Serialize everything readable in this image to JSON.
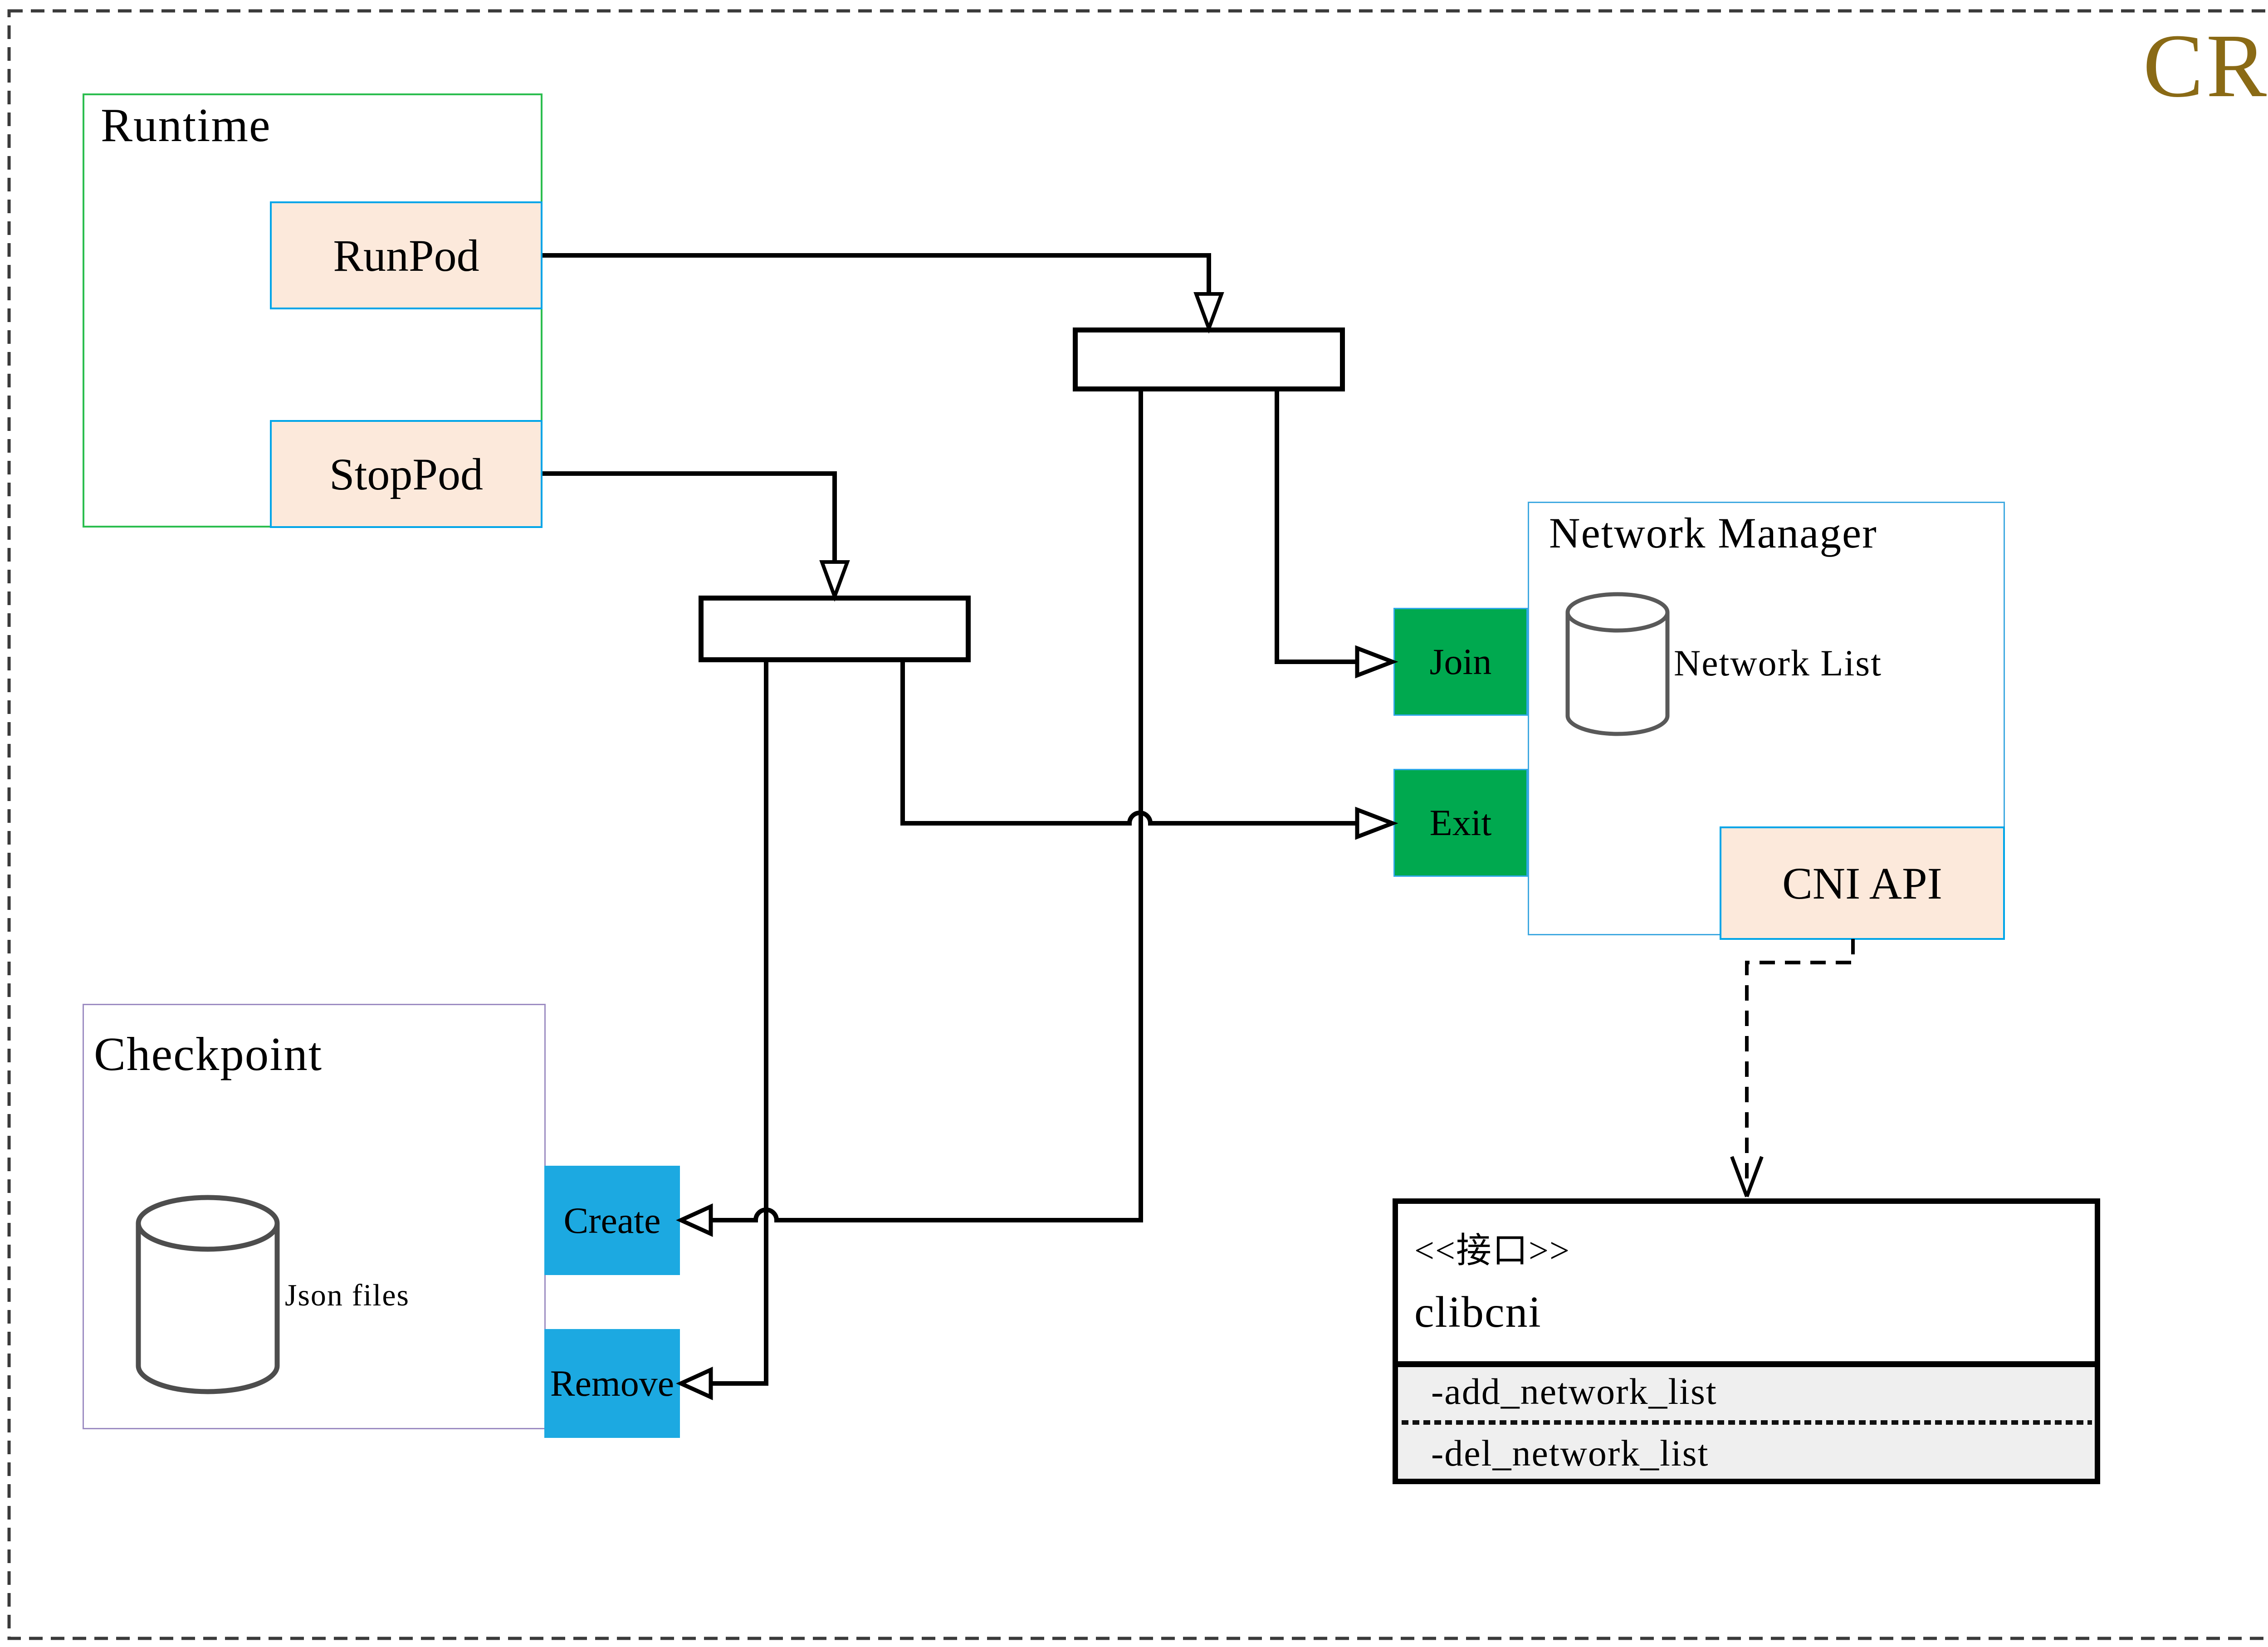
{
  "title": "CRI",
  "colors": {
    "title_text": "#8A6A15",
    "runtime_border": "#2DBE50",
    "peach_node_fill": "#FCE9DB",
    "node_border_blue": "#00A5E8",
    "manager_border": "#3FA9E1",
    "green_node_fill": "#00A94F",
    "blue_node_fill": "#1CA9E1",
    "checkpoint_border": "#9D8DC2",
    "interface_section_fill": "#EFEFEF"
  },
  "runtime": {
    "label": "Runtime",
    "items": [
      {
        "label": "RunPod"
      },
      {
        "label": "StopPod"
      }
    ]
  },
  "network_manager": {
    "label": "Network Manager",
    "join_label": "Join",
    "exit_label": "Exit",
    "datastore_label": "Network List",
    "cni_api_label": "CNI API"
  },
  "checkpoint": {
    "label": "Checkpoint",
    "datastore_label": "Json files",
    "create_label": "Create",
    "remove_label": "Remove"
  },
  "interface": {
    "stereotype": "<<接口>>",
    "name": "clibcni",
    "methods": [
      "-add_network_list",
      "-del_network_list"
    ]
  }
}
